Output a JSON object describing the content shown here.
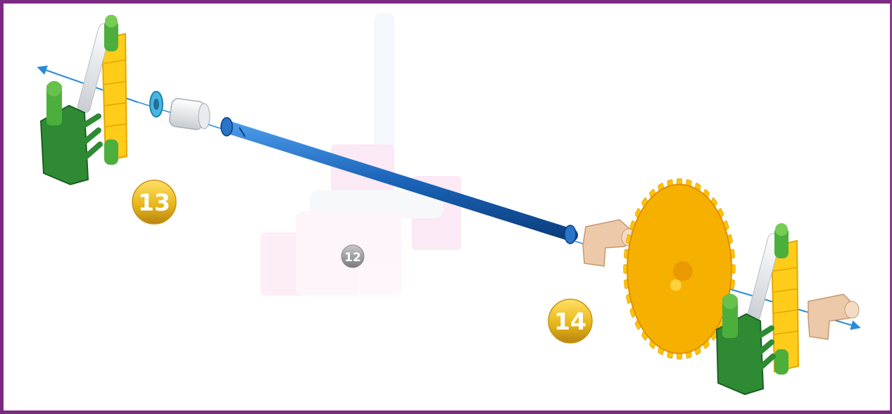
{
  "diagram": {
    "steps": [
      {
        "number": "13",
        "badge_color": "#e8b81a",
        "state": "current"
      },
      {
        "number": "12",
        "badge_color": "#9a9a9a",
        "state": "previous"
      },
      {
        "number": "14",
        "badge_color": "#e8b81a",
        "state": "current"
      }
    ],
    "colors": {
      "frame": "#7a2a80",
      "axle": "#1a64b8",
      "gear": "#ffc400",
      "bracket": "#2e8b34",
      "bushing": "#e8c4a4",
      "spacer": "#48b6e0",
      "arrow": "#2a8ad8",
      "ghost_part": "#f6d2ec"
    }
  }
}
